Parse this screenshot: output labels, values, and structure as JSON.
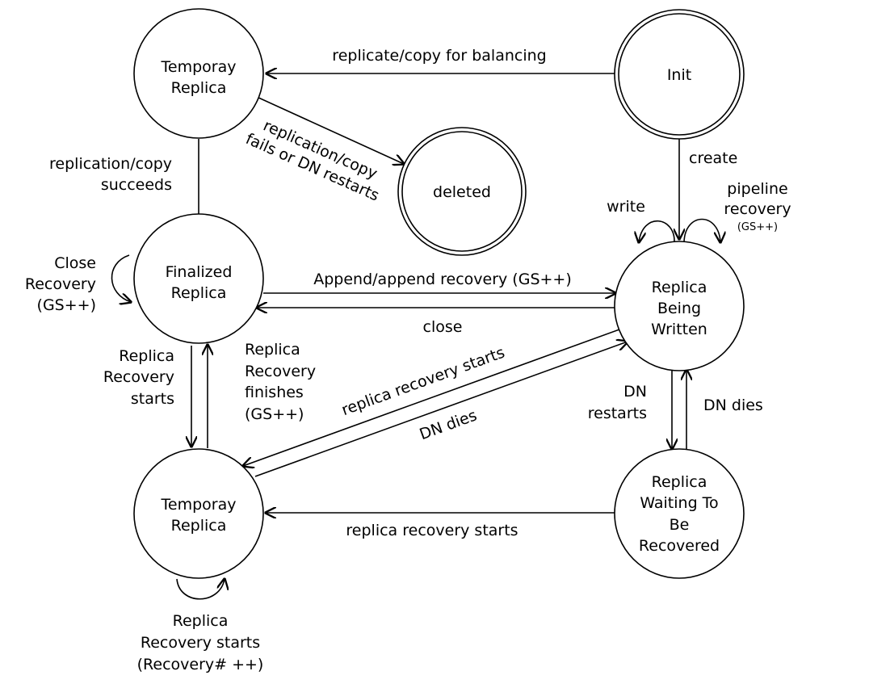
{
  "states": {
    "temp_top": [
      "Temporay",
      "Replica"
    ],
    "init": [
      "Init"
    ],
    "deleted": [
      "deleted"
    ],
    "finalized": [
      "Finalized",
      "Replica"
    ],
    "rbw": [
      "Replica",
      "Being",
      "Written"
    ],
    "temp_bottom": [
      "Temporay",
      "Replica"
    ],
    "rwr": [
      "Replica",
      "Waiting To",
      "Be",
      "Recovered"
    ]
  },
  "transitions": {
    "init_to_temp": "replicate/copy for balancing",
    "temp_to_deleted": [
      "replication/copy",
      "fails or DN restarts"
    ],
    "temp_to_finalized": [
      "replication/copy",
      "succeeds"
    ],
    "init_to_rbw": "create",
    "rbw_write": "write",
    "rbw_pipeline": [
      "pipeline",
      "recovery"
    ],
    "rbw_pipeline_gs": "(GS++)",
    "finalized_close_recovery": [
      "Close",
      "Recovery",
      "(GS++)"
    ],
    "finalized_to_rbw": "Append/append recovery (GS++)",
    "rbw_to_finalized": "close",
    "finalized_to_temp": [
      "Replica",
      "Recovery",
      "starts"
    ],
    "temp_to_finalized_recovery": [
      "Replica",
      "Recovery",
      "finishes",
      "(GS++)"
    ],
    "rbw_to_temp_recovery": "replica recovery starts",
    "temp_to_rbw_dndies": "DN dies",
    "rbw_to_rwr": [
      "DN",
      "restarts"
    ],
    "rwr_to_rbw": "DN dies",
    "rwr_to_temp": "replica recovery starts",
    "temp_self": [
      "Replica",
      "Recovery starts",
      "(Recovery# ++)"
    ]
  }
}
